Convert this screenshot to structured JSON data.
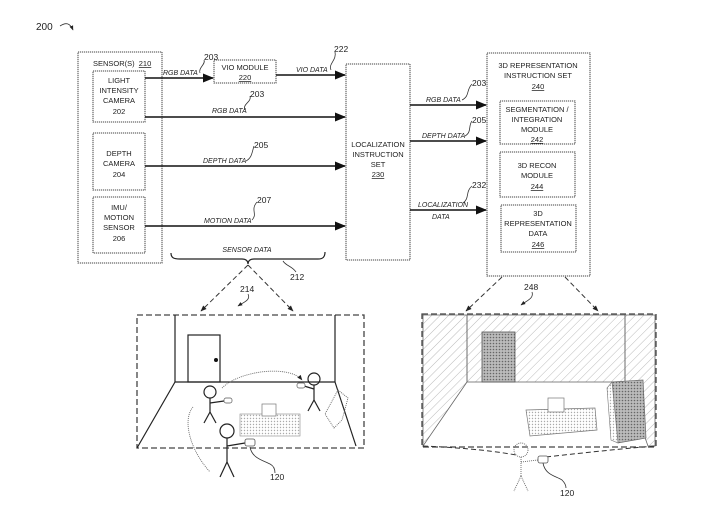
{
  "figure": {
    "ref": "200",
    "sensors": {
      "title": "SENSOR(S)",
      "ref": "210",
      "items": [
        {
          "lines": [
            "LIGHT",
            "INTENSITY",
            "CAMERA"
          ],
          "ref": "202"
        },
        {
          "lines": [
            "DEPTH",
            "CAMERA"
          ],
          "ref": "204"
        },
        {
          "lines": [
            "IMU/",
            "MOTION",
            "SENSOR"
          ],
          "ref": "206"
        }
      ]
    },
    "vio_module": {
      "title": "VIO MODULE",
      "ref": "220"
    },
    "localization": {
      "lines": [
        "LOCALIZATION",
        "INSTRUCTION",
        "SET"
      ],
      "ref": "230"
    },
    "representation": {
      "lines": [
        "3D REPRESENTATION",
        "INSTRUCTION SET"
      ],
      "ref": "240",
      "modules": [
        {
          "lines": [
            "SEGMENTATION /",
            "INTEGRATION",
            "MODULE"
          ],
          "ref": "242"
        },
        {
          "lines": [
            "3D RECON",
            "MODULE"
          ],
          "ref": "244"
        },
        {
          "lines": [
            "3D",
            "REPRESENTATION",
            "DATA"
          ],
          "ref": "246"
        }
      ]
    },
    "flows": {
      "rgb_to_vio": {
        "label": "RGB DATA",
        "ref": "203"
      },
      "vio_out": {
        "label": "VIO DATA",
        "ref": "222"
      },
      "rgb_direct": {
        "label": "RGB DATA",
        "ref": "203"
      },
      "depth": {
        "label": "DEPTH DATA",
        "ref": "205"
      },
      "motion": {
        "label": "MOTION DATA",
        "ref": "207"
      },
      "rgb_out": {
        "label": "RGB DATA",
        "ref": "203"
      },
      "depth_out": {
        "label": "DEPTH DATA",
        "ref": "205"
      },
      "loc_out": {
        "lines": [
          "LOCALIZATION",
          "DATA"
        ],
        "ref": "232"
      }
    },
    "sensor_data": {
      "label": "SENSOR DATA",
      "ref": "212"
    },
    "scene_left": {
      "ref": "214",
      "device_ref": "120"
    },
    "scene_right": {
      "ref": "248",
      "device_ref": "120"
    }
  }
}
